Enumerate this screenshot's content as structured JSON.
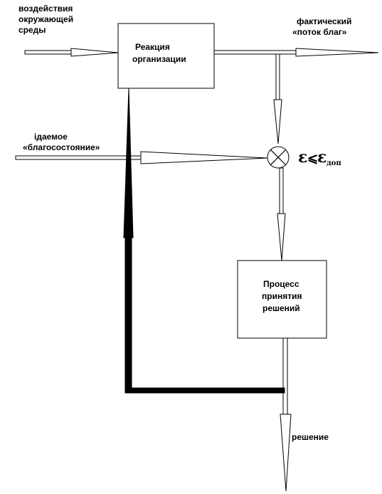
{
  "labels": {
    "environment_line1": "воздействия",
    "environment_line2": "окружающей",
    "environment_line3": "среды",
    "reaction_line1": "Реакция",
    "reaction_line2": "организации",
    "actual_line1": "фактический",
    "actual_line2": "«поток благ»",
    "desired_line1": "ідаемое",
    "desired_line2": "«благосостояние»",
    "decision_line1": "Процесс",
    "decision_line2": "принятия",
    "decision_line3": "решений",
    "output": "решение",
    "condition_eps": "ε",
    "condition_leq": "⩽",
    "condition_eps2": "ε",
    "condition_sub": "доп"
  }
}
